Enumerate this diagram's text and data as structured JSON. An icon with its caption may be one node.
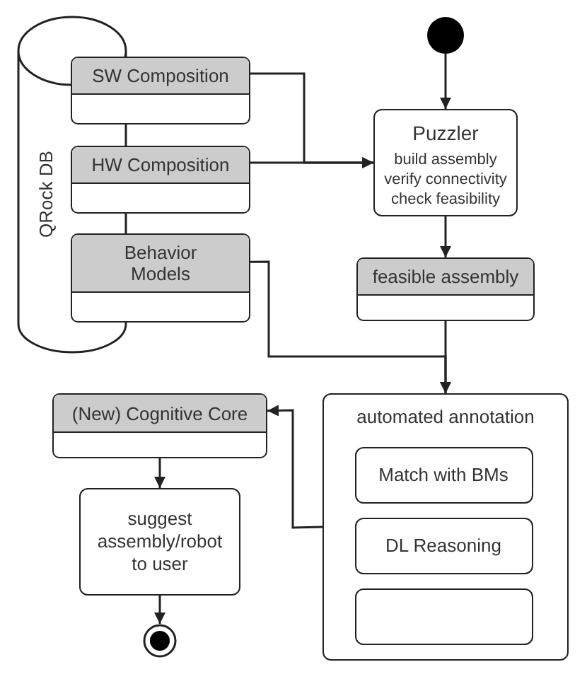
{
  "diagram": {
    "nodes": [
      {
        "text": [
          "QRock DB"
        ]
      },
      {
        "text": [],
        "shape": "circle"
      },
      {
        "text": [
          "SW Composition"
        ]
      },
      {
        "text": [
          "HW Composition"
        ]
      },
      {
        "text": [
          "Puzzler",
          "build assembly verify connectivity check feasibility"
        ]
      },
      {
        "text": [
          "Behavior Models"
        ]
      },
      {
        "text": [
          "feasible assembly"
        ]
      },
      {
        "text": [
          "(New) Cognitive Core"
        ]
      },
      {
        "text": [
          "automated annotation"
        ]
      },
      {
        "text": [
          "Match with BMs"
        ],
        "in": 8
      },
      {
        "text": [
          "DL Reasoning"
        ],
        "in": 8
      },
      {
        "text": [],
        "shape": "box",
        "in": 8
      },
      {
        "text": [
          "suggest assembly/robot to user"
        ]
      },
      {
        "text": [],
        "shape": "circle"
      }
    ],
    "edges": [
      {
        "from": 1,
        "to": 4,
        "arrow": "to"
      },
      {
        "from": 2,
        "to": 4,
        "arrow": "to"
      },
      {
        "from": 3,
        "to": 4,
        "arrow": "to"
      },
      {
        "from": 4,
        "to": 6,
        "arrow": "to"
      },
      {
        "from": 6,
        "to": 8,
        "arrow": "to"
      },
      {
        "from": 5,
        "to": 8,
        "arrow": "to"
      },
      {
        "from": 8,
        "to": 7,
        "arrow": "to"
      },
      {
        "from": 7,
        "to": 12,
        "arrow": "to"
      },
      {
        "from": 12,
        "to": 13,
        "arrow": "to"
      }
    ]
  }
}
